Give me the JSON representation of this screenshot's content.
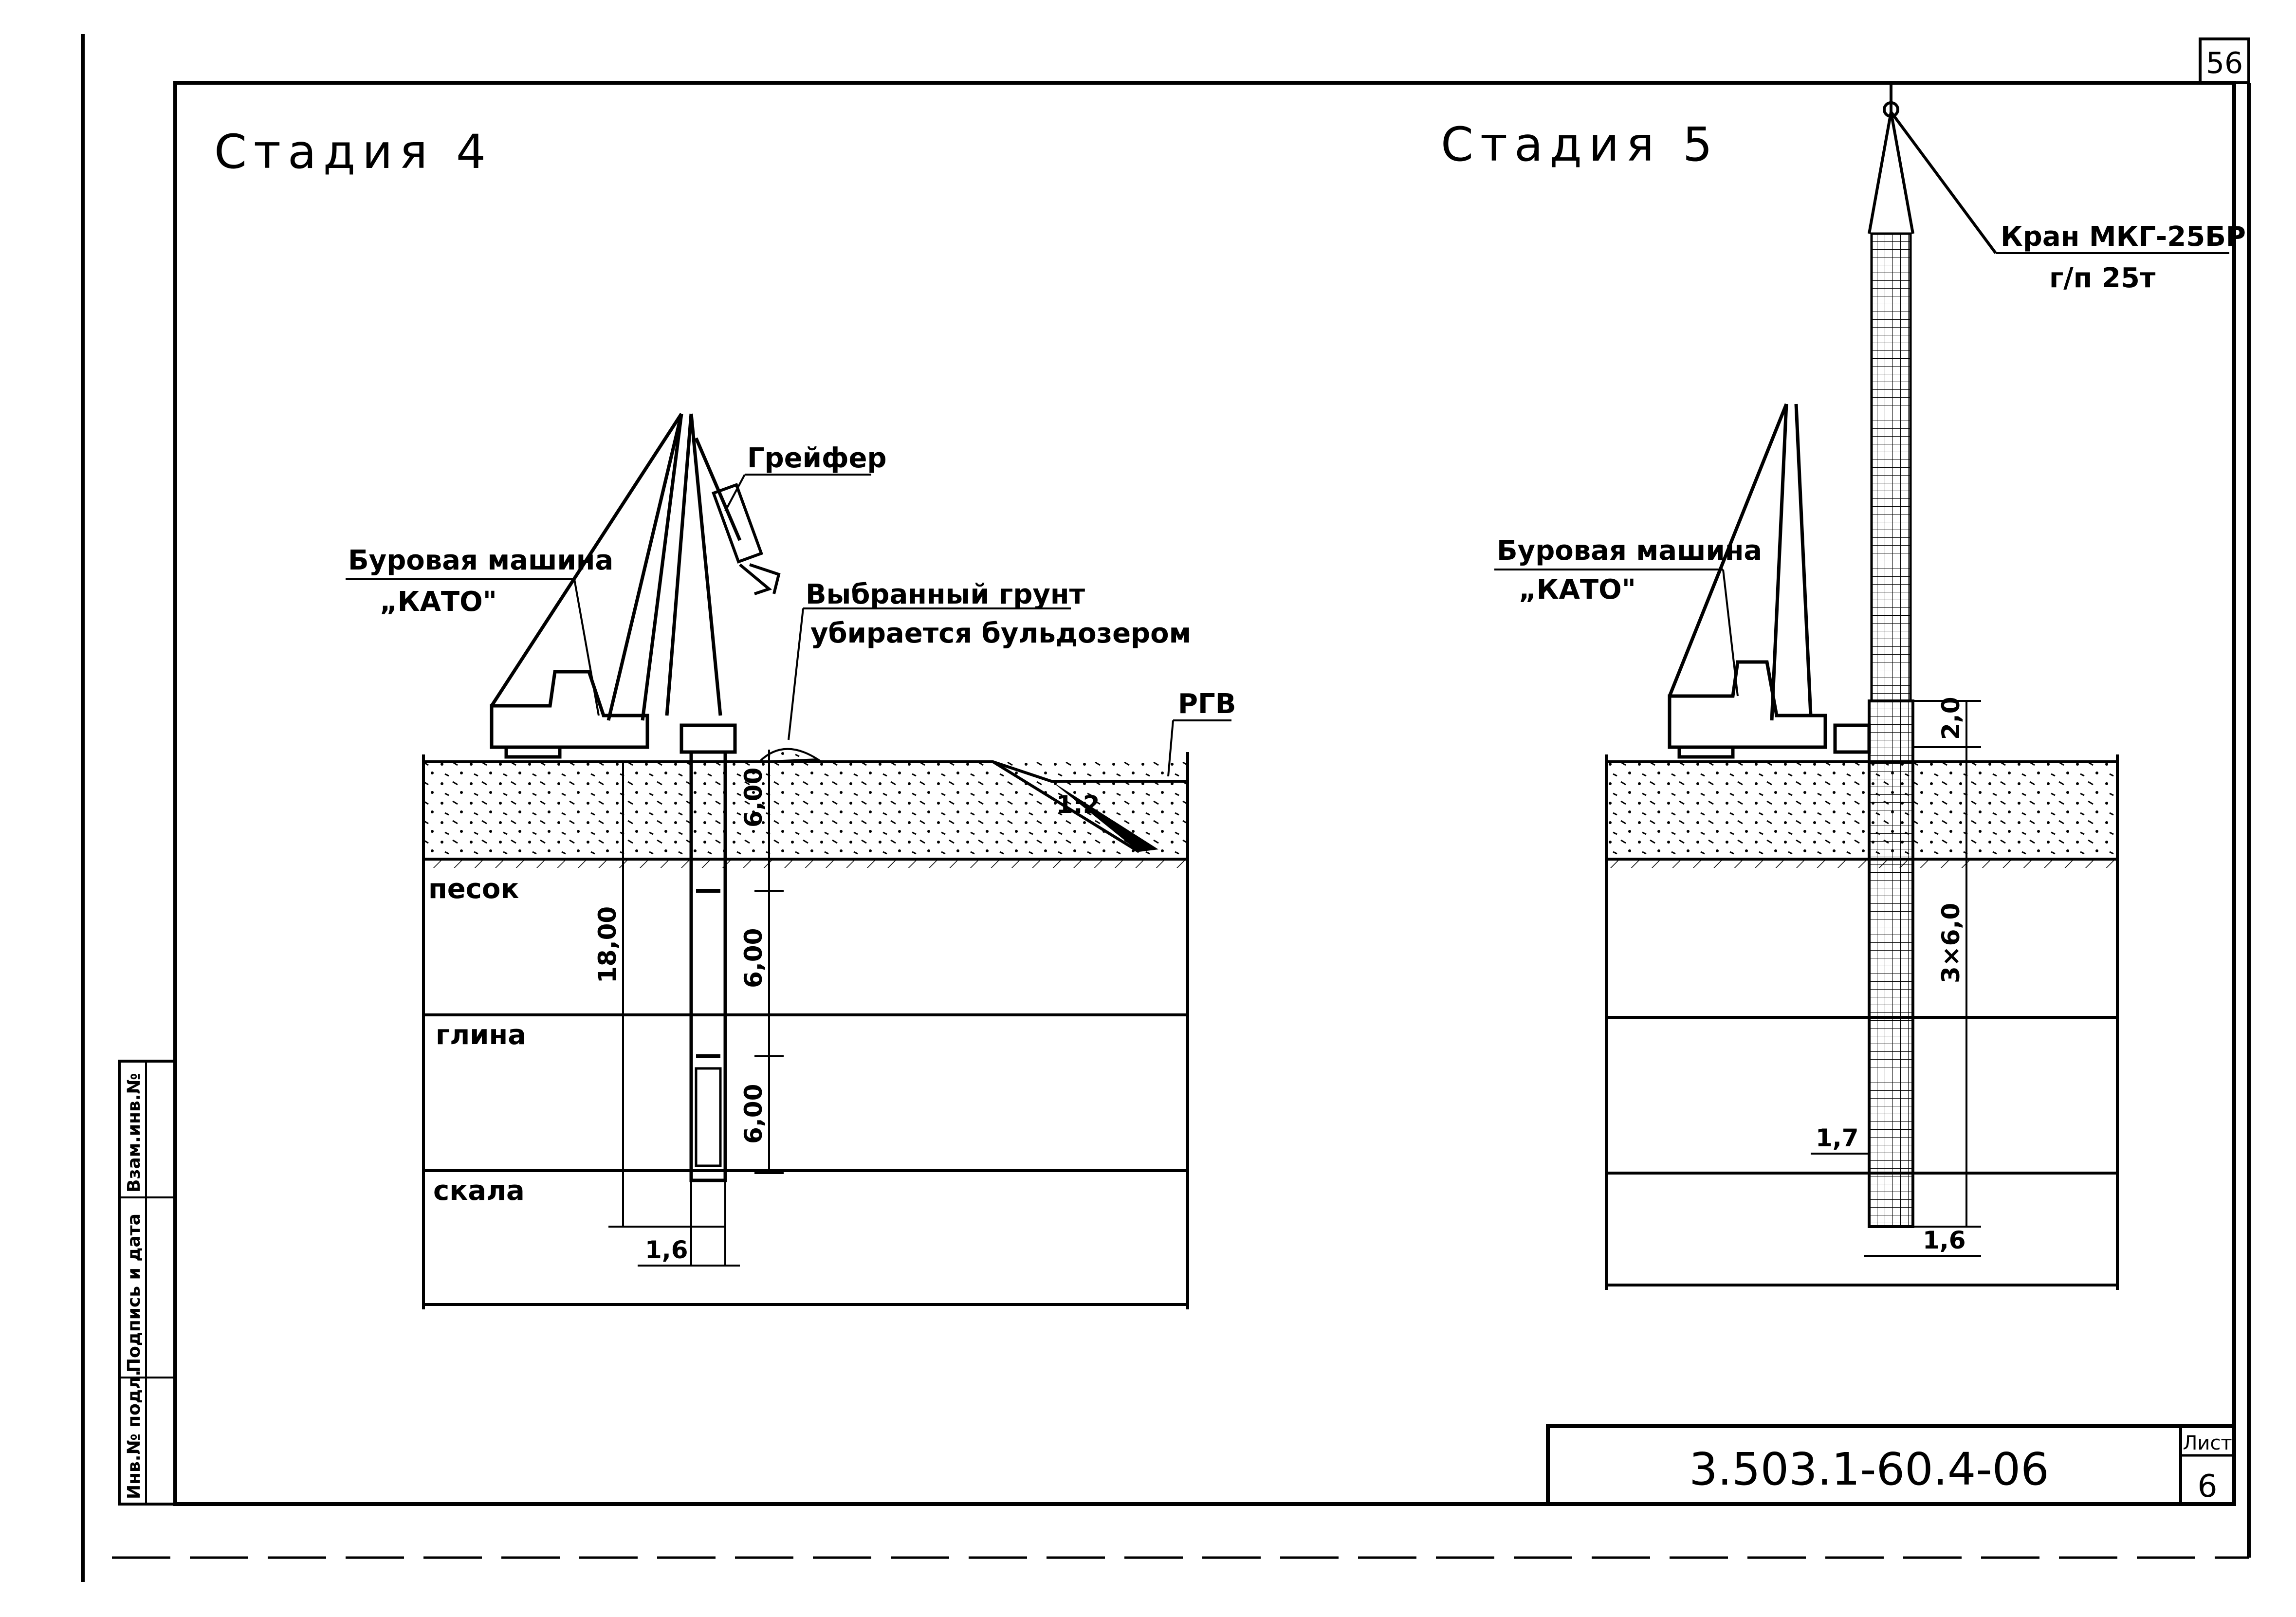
{
  "sheet_number": "56",
  "stage4": {
    "title": "Стадия 4",
    "rig_label_1": "Буровая машина",
    "rig_label_2": "„КАТО\"",
    "grab_label": "Грейфер",
    "soil_label_1": "Выбранный грунт",
    "soil_label_2": "убирается бульдозером",
    "water_label": "РГВ",
    "slope": "1:2",
    "layers": [
      "песок",
      "глина",
      "скала"
    ],
    "dims": {
      "seg1": "6,00",
      "seg2": "6,00",
      "seg3": "6,00",
      "total": "18,00",
      "width": "1,6"
    }
  },
  "stage5": {
    "title": "Стадия 5",
    "crane_label_1": "Кран МКГ-25БР",
    "crane_label_2": "г/п 25т",
    "rig_label_1": "Буровая машина",
    "rig_label_2": "„КАТО\"",
    "dims": {
      "top": "2,0",
      "length": "3×6,0",
      "cage": "1,7",
      "width": "1,6"
    }
  },
  "title_block": {
    "doc_code": "3.503.1-60.4-06",
    "sheet_label": "Лист",
    "sheet_value": "6"
  },
  "side_stamp": [
    "Инв.№ подл.",
    "Подпись и дата",
    "Взам.инв.№"
  ]
}
